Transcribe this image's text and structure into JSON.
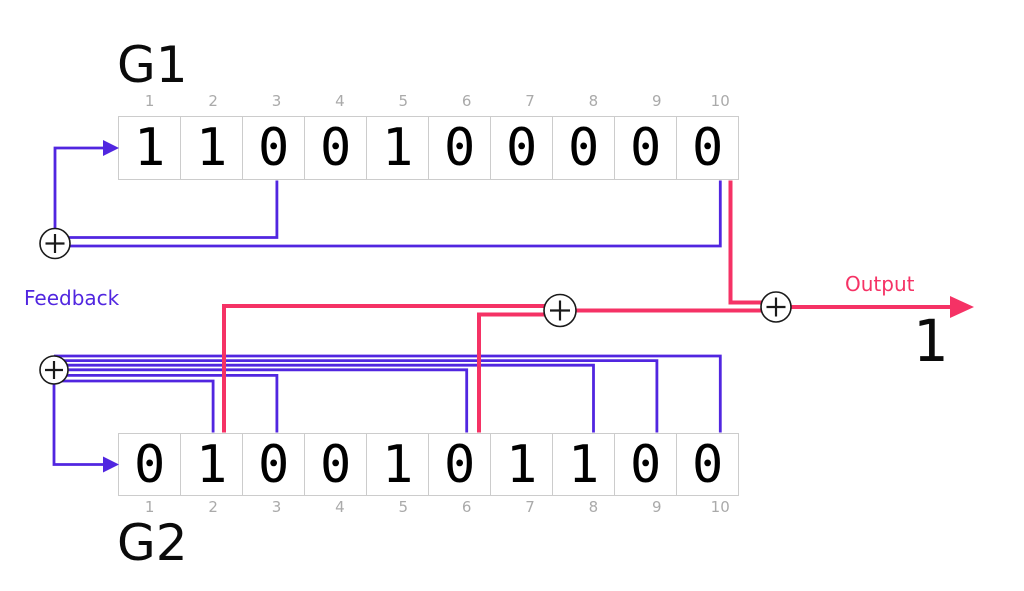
{
  "diagram": {
    "type": "gold-code-generator",
    "g1": {
      "title": "G1",
      "indices": [
        "1",
        "2",
        "3",
        "4",
        "5",
        "6",
        "7",
        "8",
        "9",
        "10"
      ],
      "values": [
        "1",
        "1",
        "0",
        "0",
        "1",
        "0",
        "0",
        "0",
        "0",
        "0"
      ],
      "feedback_taps": [
        3,
        10
      ],
      "output_tap": 10
    },
    "g2": {
      "title": "G2",
      "indices": [
        "1",
        "2",
        "3",
        "4",
        "5",
        "6",
        "7",
        "8",
        "9",
        "10"
      ],
      "values": [
        "0",
        "1",
        "0",
        "0",
        "1",
        "0",
        "1",
        "1",
        "0",
        "0"
      ],
      "feedback_taps": [
        2,
        3,
        6,
        8,
        9,
        10
      ],
      "phase_selector_taps": [
        2,
        6
      ]
    },
    "labels": {
      "feedback": "Feedback",
      "output": "Output",
      "output_value": "1",
      "xor_symbol": "xor-plus-in-circle"
    },
    "colors": {
      "feedback_wire": "#5126e0",
      "output_wire": "#f53265",
      "register_border": "#cccccc",
      "index_text": "#aaaaaa",
      "digit_text": "#000000",
      "xor_stroke": "#1a1a1a"
    }
  }
}
